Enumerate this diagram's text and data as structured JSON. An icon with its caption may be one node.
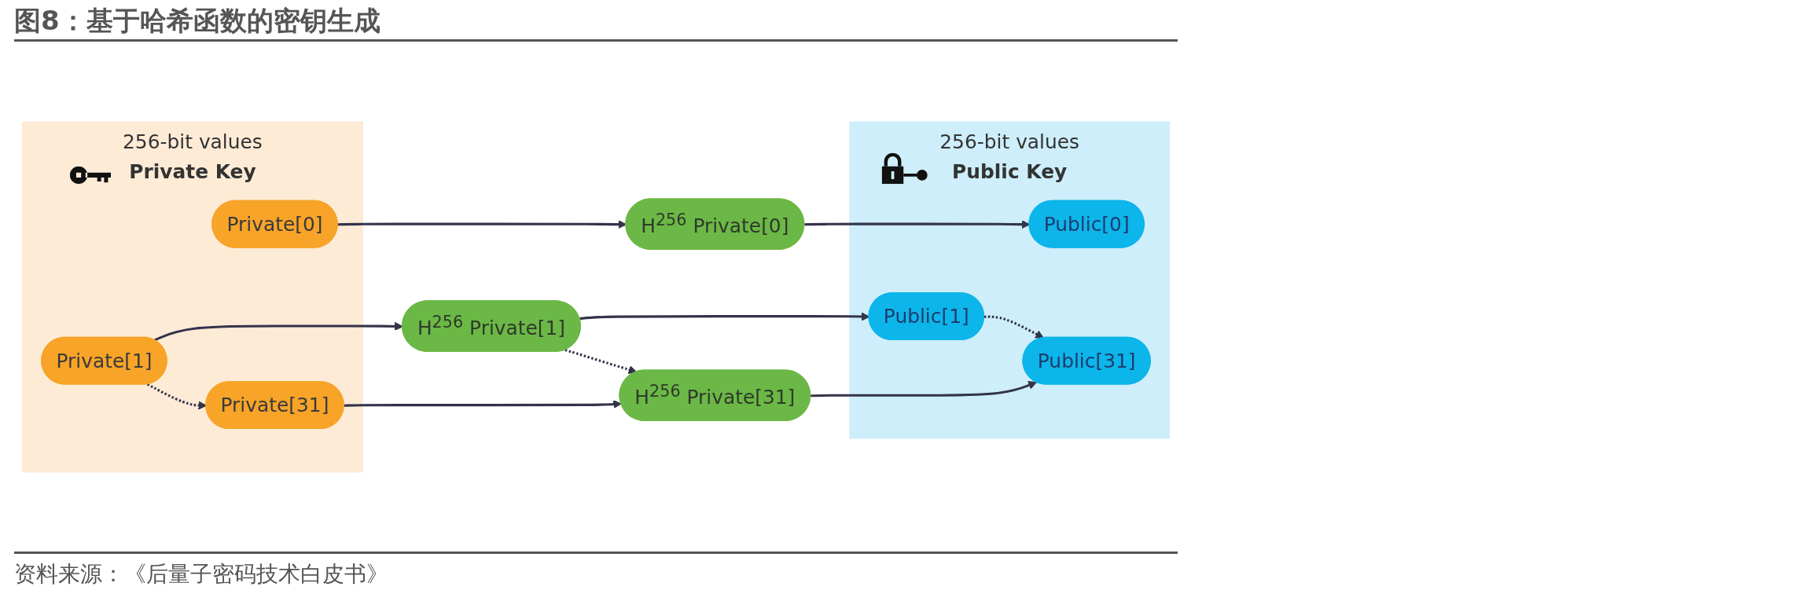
{
  "diagram": {
    "title": "图8：基于哈希函数的密钥生成",
    "nodes": [
      {
        "text": [
          "256-bit values",
          "Private Key"
        ]
      },
      {
        "text": [
          "Private[0]"
        ],
        "in": 0
      },
      {
        "text": [
          "Private[1]"
        ],
        "in": 0
      },
      {
        "text": [
          "Private[31]"
        ],
        "in": 0
      },
      {
        "text": [
          "H$^{256}$ Private[0]"
        ]
      },
      {
        "text": [
          "H$^{256}$ Private[1]"
        ]
      },
      {
        "text": [
          "H$^{256}$ Private[31]"
        ]
      },
      {
        "text": [
          "256-bit values",
          "Public Key"
        ]
      },
      {
        "text": [
          "Public[0]"
        ],
        "in": 7
      },
      {
        "text": [
          "Public[1]"
        ],
        "in": 7
      },
      {
        "text": [
          "Public[31]"
        ],
        "in": 7
      }
    ],
    "edges": [
      {
        "from": 1,
        "to": 4,
        "arrow": "to"
      },
      {
        "from": 4,
        "to": 8,
        "arrow": "to"
      },
      {
        "from": 2,
        "to": 5,
        "arrow": "to"
      },
      {
        "from": 5,
        "to": 9,
        "arrow": "to"
      },
      {
        "from": 2,
        "to": 3,
        "arrow": "to",
        "style": "dashed"
      },
      {
        "from": 5,
        "to": 6,
        "arrow": "to",
        "style": "dashed"
      },
      {
        "from": 9,
        "to": 10,
        "arrow": "to",
        "style": "dashed"
      },
      {
        "from": 3,
        "to": 6,
        "arrow": "to"
      },
      {
        "from": 6,
        "to": 10,
        "arrow": "to"
      }
    ],
    "caption": "资料来源：《后量子密码技术白皮书》"
  }
}
